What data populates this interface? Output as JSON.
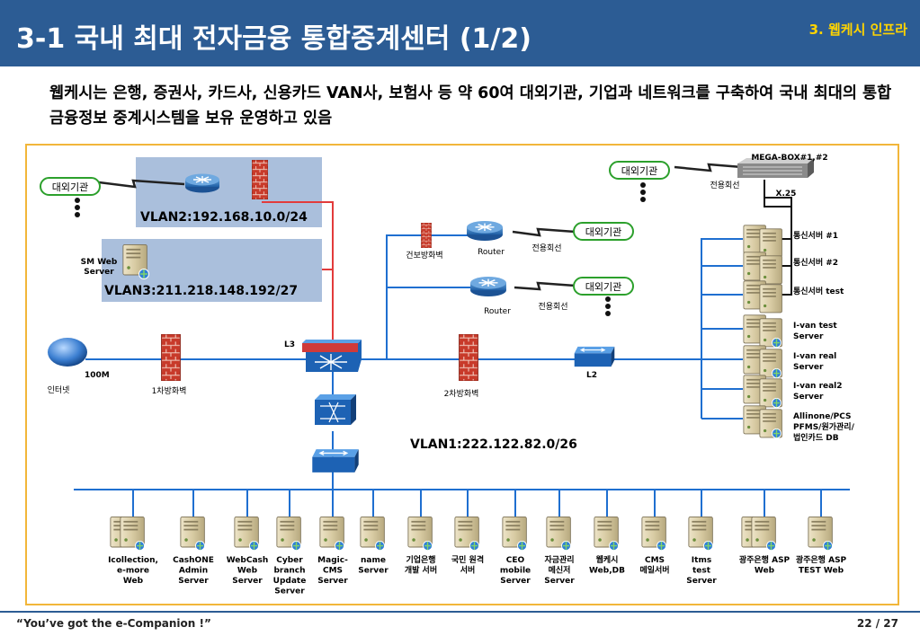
{
  "header": {
    "title": "3-1 국내 최대 전자금융 통합중계센터 (1/2)",
    "section": "3. 웹케시 인프라"
  },
  "intro": {
    "text": "웹케시는 은행, 증권사, 카드사, 신용카드 VAN사, 보험사 등 약 60여 대외기관, 기업과 네트워크를 구축하여 국내 최대의 통합 금융정보 중계시스템을 보유 운영하고 있음"
  },
  "diagram": {
    "external_org_label": "대외기관",
    "vlan2": "VLAN2:192.168.10.0/24",
    "vlan3": "VLAN3:211.218.148.192/27",
    "vlan1": "VLAN1:222.122.82.0/26",
    "sm_web_server": [
      "SM Web",
      "Server"
    ],
    "internet": "인터넷",
    "bandwidth": "100M",
    "firewall1": "1차방화벽",
    "firewall2": "2차방화벽",
    "l3": "L3",
    "l2": "L2",
    "health_firewall": "건보방화벽",
    "router": "Router",
    "dedicated_line": "전용회선",
    "megabox": "MEGA-BOX#1,#2",
    "x25": "X.25",
    "right_servers": [
      [
        "통신서버 #1"
      ],
      [
        "통신서버 #2"
      ],
      [
        "통신서버 test"
      ],
      [
        "I-van test",
        "Server"
      ],
      [
        "I-van real",
        "Server"
      ],
      [
        "I-van real2",
        "Server"
      ],
      [
        "Allinone/PCS",
        "PFMS/원가관리/",
        "법인카드  DB"
      ]
    ],
    "bottom_servers": [
      [
        "Icollection,",
        "e-more",
        "Web"
      ],
      [
        "CashONE",
        "Admin",
        "Server"
      ],
      [
        "WebCash",
        "Web",
        "Server"
      ],
      [
        "Cyber",
        "branch",
        "Update",
        "Server"
      ],
      [
        "Magic-",
        "CMS",
        "Server"
      ],
      [
        "name",
        "Server"
      ],
      [
        "기업은행",
        "개발 서버"
      ],
      [
        "국민 원격",
        "서버"
      ],
      [
        "CEO",
        "mobile",
        "Server"
      ],
      [
        "자금관리",
        "메신저",
        "Server"
      ],
      [
        "웹케시",
        "Web,DB"
      ],
      [
        "CMS",
        "메일서버"
      ],
      [
        "Itms",
        "test",
        "Server"
      ],
      [
        "광주은행  ASP",
        "Web"
      ],
      [
        "광주은행  ASP",
        "TEST   Web"
      ]
    ]
  },
  "footer": {
    "slogan": "“You’ve got the e-Companion !”",
    "page": "22 / 27"
  }
}
